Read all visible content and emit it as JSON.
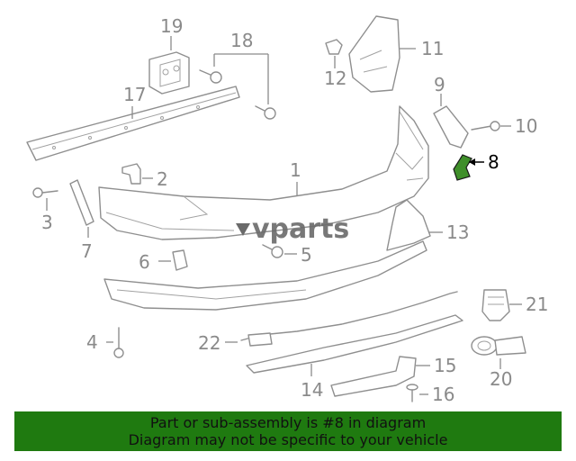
{
  "highlight_color": "#3f8f2a",
  "banner_color": "#1f7a10",
  "watermark": "vparts",
  "callouts": {
    "c1": "1",
    "c2": "2",
    "c3": "3",
    "c4": "4",
    "c5": "5",
    "c6": "6",
    "c7": "7",
    "c8": "8",
    "c9": "9",
    "c10": "10",
    "c11": "11",
    "c12": "12",
    "c13": "13",
    "c14": "14",
    "c15": "15",
    "c16": "16",
    "c17": "17",
    "c18": "18",
    "c19": "19",
    "c20": "20",
    "c21": "21",
    "c22": "22"
  },
  "banner": {
    "line1": "Part or sub-assembly is #8 in diagram",
    "line2": "Diagram may not be specific to your vehicle"
  }
}
